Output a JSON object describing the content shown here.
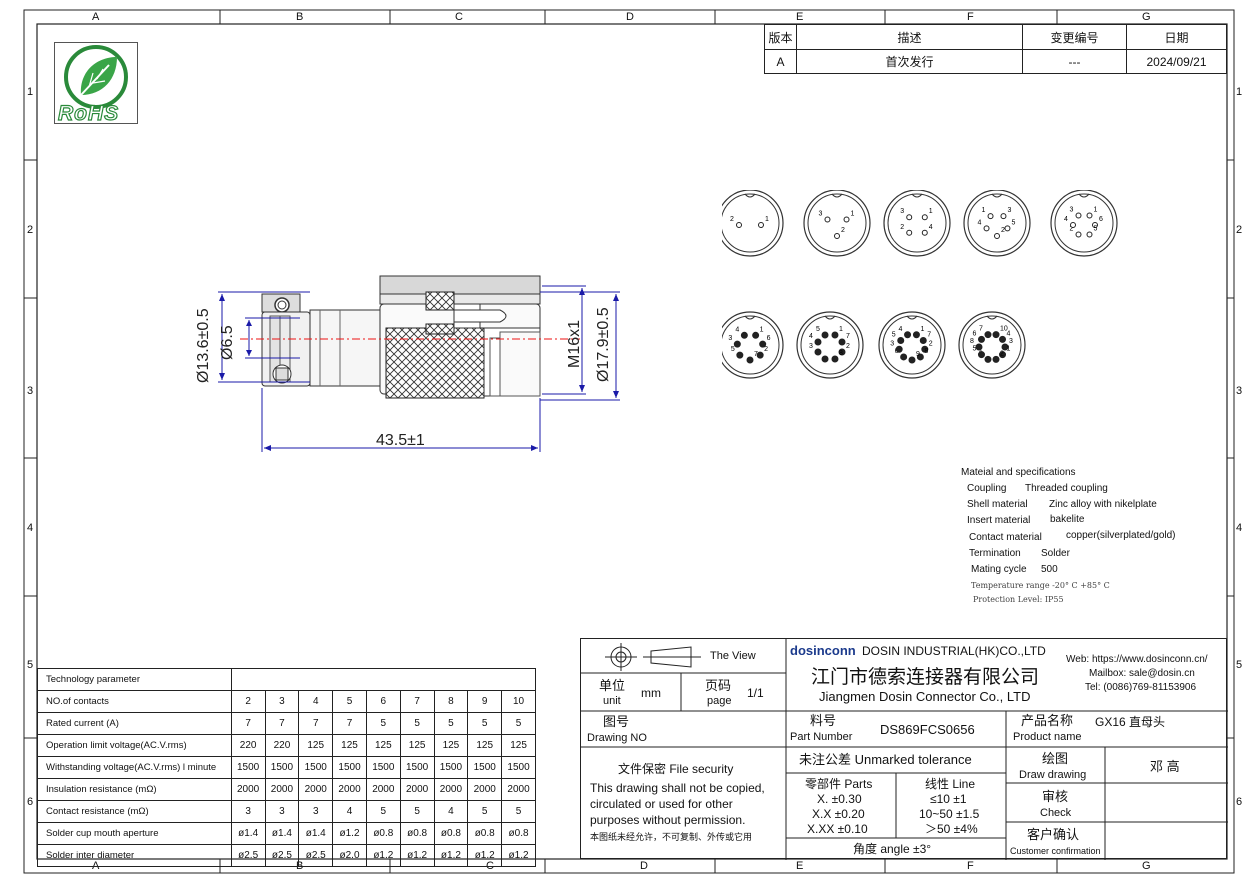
{
  "frame": {
    "cols": [
      "A",
      "B",
      "C",
      "D",
      "E",
      "F",
      "G"
    ],
    "rows": [
      "1",
      "2",
      "3",
      "4",
      "5",
      "6"
    ]
  },
  "logo": {
    "text": "RoHS"
  },
  "revision": {
    "headers": [
      "版本",
      "描述",
      "变更编号",
      "日期"
    ],
    "row": [
      "A",
      "首次发行",
      "---",
      "2024/09/21"
    ]
  },
  "dims": {
    "d_outer": "Ø13.6±0.5",
    "d_inner": "Ø6.5",
    "length": "43.5±1",
    "thread": "M16x1",
    "d_body": "Ø17.9±0.5"
  },
  "pins": [
    [
      "1",
      "2"
    ],
    [
      "1",
      "2",
      "3"
    ],
    [
      "1",
      "4",
      "2",
      "3"
    ],
    [
      "3",
      "5",
      "2",
      "4",
      "1"
    ],
    [
      "1",
      "6",
      "5",
      "2",
      "4",
      "3"
    ],
    [
      "1",
      "6",
      "2",
      "7",
      "5",
      "3",
      "4"
    ],
    [
      "1",
      "7",
      "2",
      "8",
      "6",
      "3",
      "4",
      "5"
    ],
    [
      "1",
      "7",
      "2",
      "8",
      "9",
      "6",
      "3",
      "5",
      "4"
    ],
    [
      "10",
      "4",
      "3",
      "1",
      "2",
      "9",
      "5",
      "8",
      "6",
      "7"
    ]
  ],
  "material": {
    "title": "Mateial and specifications",
    "rows": [
      [
        "Coupling",
        "Threaded coupling"
      ],
      [
        "Shell material",
        "Zinc alloy with nikelplate"
      ],
      [
        "Insert material",
        "bakelite"
      ],
      [
        "Contact material",
        "copper(silverplated/gold)"
      ],
      [
        "Termination",
        "Solder"
      ],
      [
        "Mating cycle",
        "500"
      ]
    ],
    "temp": "Temperature range    -20° C +85° C",
    "protection": "Protection Level: IP55"
  },
  "tech": {
    "title": "Technology parameter",
    "rows": [
      {
        "label": "NO.of contacts",
        "vals": [
          "2",
          "3",
          "4",
          "5",
          "6",
          "7",
          "8",
          "9",
          "10"
        ]
      },
      {
        "label": "Rated current (A)",
        "vals": [
          "7",
          "7",
          "7",
          "7",
          "5",
          "5",
          "5",
          "5",
          "5"
        ]
      },
      {
        "label": "Operation limit voltage(AC.V.rms)",
        "vals": [
          "220",
          "220",
          "125",
          "125",
          "125",
          "125",
          "125",
          "125",
          "125"
        ]
      },
      {
        "label": "Withstanding voltage(AC.V.rms) l minute",
        "vals": [
          "1500",
          "1500",
          "1500",
          "1500",
          "1500",
          "1500",
          "1500",
          "1500",
          "1500"
        ]
      },
      {
        "label": "Insulation resistance (mΩ)",
        "vals": [
          "2000",
          "2000",
          "2000",
          "2000",
          "2000",
          "2000",
          "2000",
          "2000",
          "2000"
        ]
      },
      {
        "label": "Contact resistance (mΩ)",
        "vals": [
          "3",
          "3",
          "3",
          "4",
          "5",
          "5",
          "4",
          "5",
          "5"
        ]
      },
      {
        "label": "Solder cup mouth aperture",
        "vals": [
          "ø1.4",
          "ø1.4",
          "ø1.4",
          "ø1.2",
          "ø0.8",
          "ø0.8",
          "ø0.8",
          "ø0.8",
          "ø0.8"
        ]
      },
      {
        "label": "Solder inter diameter",
        "vals": [
          "ø2.5",
          "ø2.5",
          "ø2.5",
          "ø2.0",
          "ø1.2",
          "ø1.2",
          "ø1.2",
          "ø1.2",
          "ø1.2"
        ]
      }
    ]
  },
  "title_block": {
    "view": "The View",
    "brand": "dosinconn",
    "company_en": "DOSIN INDUSTRIAL(HK)CO.,LTD",
    "company_cn": "江门市德索连接器有限公司",
    "company_en2": "Jiangmen Dosin Connector Co., LTD",
    "web": "Web: https://www.dosinconn.cn/",
    "mail": "Mailbox: sale@dosin.cn",
    "tel": "Tel: (0086)769-81153906",
    "unit_cn": "单位",
    "unit_en": "unit",
    "unit_val": "mm",
    "page_cn": "页码",
    "page_en": "page",
    "page_val": "1/1",
    "drawing_cn": "图号",
    "drawing_en": "Drawing NO",
    "part_cn": "料号",
    "part_en": "Part Number",
    "part_val": "DS869FCS0656",
    "product_cn": "产品名称",
    "product_en": "Product name",
    "product_val": "GX16 直母头",
    "tol_title": "未注公差 Unmarked tolerance",
    "parts_title": "零部件 Parts",
    "parts": [
      "X. ±0.30",
      "X.X ±0.20",
      "X.XX ±0.10"
    ],
    "line_title": "线性 Line",
    "line": [
      "≤10 ±1",
      "10~50 ±1.5",
      "＞50 ±4%"
    ],
    "angle": "角度 angle ±3°",
    "security_title": "文件保密 File security",
    "security_text": [
      "This drawing shall not be copied,",
      "circulated or used for other",
      "purposes without permission."
    ],
    "security_cn": "本图纸未经允许，不可复制、外传或它用",
    "draw_cn": "绘图",
    "draw_en": "Draw drawing",
    "draw_val": "邓 高",
    "check_cn": "审核",
    "check_en": "Check",
    "confirm_cn": "客户确认",
    "confirm_en": "Customer confirmation"
  }
}
